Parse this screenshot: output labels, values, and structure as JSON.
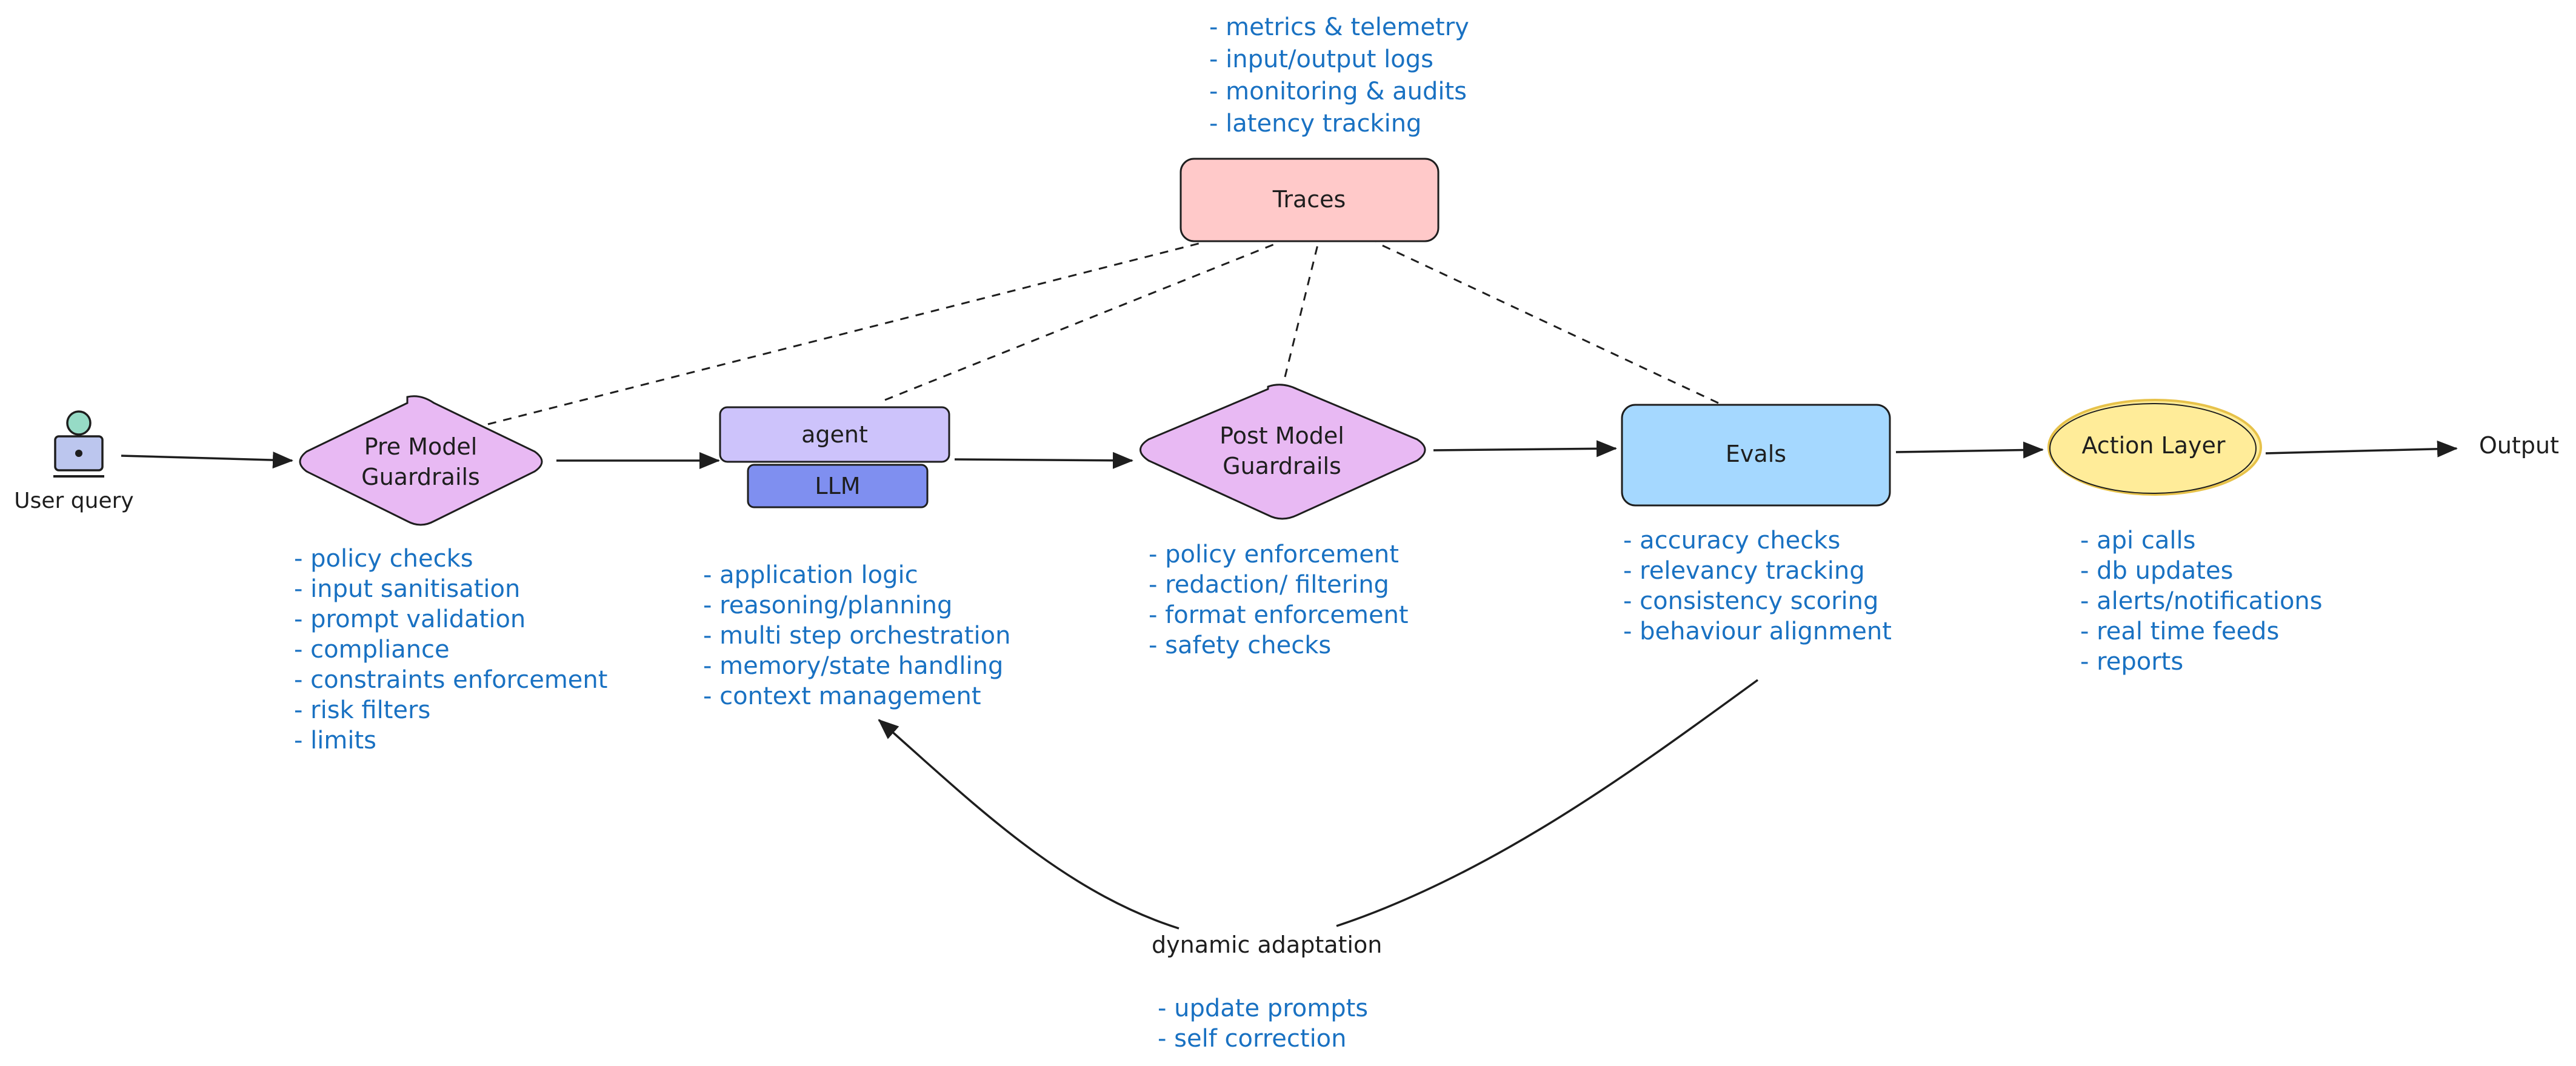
{
  "colors": {
    "diamond_fill": "#e8b9f3",
    "agent_fill": "#cdc3fb",
    "llm_fill": "#7f8ff0",
    "traces_fill": "#ffc9c9",
    "evals_fill": "#a5d8ff",
    "action_fill": "#ffec99",
    "action_stroke": "#e7c24a",
    "note_text": "#1971c2",
    "label_text": "#1e1e1e",
    "user_icon_head": "#96dbc6",
    "user_icon_body": "#bcc6ee"
  },
  "nodes": {
    "user_query": {
      "icon": "user-icon",
      "label": "User query"
    },
    "pre_model": {
      "line1": "Pre Model",
      "line2": "Guardrails"
    },
    "agent": {
      "label": "agent"
    },
    "llm": {
      "label": "LLM"
    },
    "post_model": {
      "line1": "Post Model",
      "line2": "Guardrails"
    },
    "traces": {
      "label": "Traces"
    },
    "evals": {
      "label": "Evals"
    },
    "action_layer": {
      "label": "Action Layer"
    },
    "output": {
      "label": "Output"
    },
    "dynamic_adaptation": {
      "label": "dynamic adaptation"
    }
  },
  "notes": {
    "traces": [
      "- metrics & telemetry",
      "- input/output logs",
      "- monitoring & audits",
      "- latency tracking"
    ],
    "pre_model": [
      "- policy checks",
      "- input sanitisation",
      "- prompt validation",
      "- compliance",
      "- constraints enforcement",
      "- risk filters",
      "- limits"
    ],
    "agent": [
      "- application logic",
      "- reasoning/planning",
      "- multi step orchestration",
      "- memory/state handling",
      "- context management"
    ],
    "post_model": [
      "- policy enforcement",
      "- redaction/ filtering",
      "- format enforcement",
      "- safety checks"
    ],
    "evals": [
      "- accuracy checks",
      "- relevancy tracking",
      "- consistency scoring",
      "- behaviour alignment"
    ],
    "action_layer": [
      "- api calls",
      "- db updates",
      "- alerts/notifications",
      "- real time feeds",
      "- reports"
    ],
    "dynamic_adaptation": [
      "- update prompts",
      "- self correction"
    ]
  }
}
